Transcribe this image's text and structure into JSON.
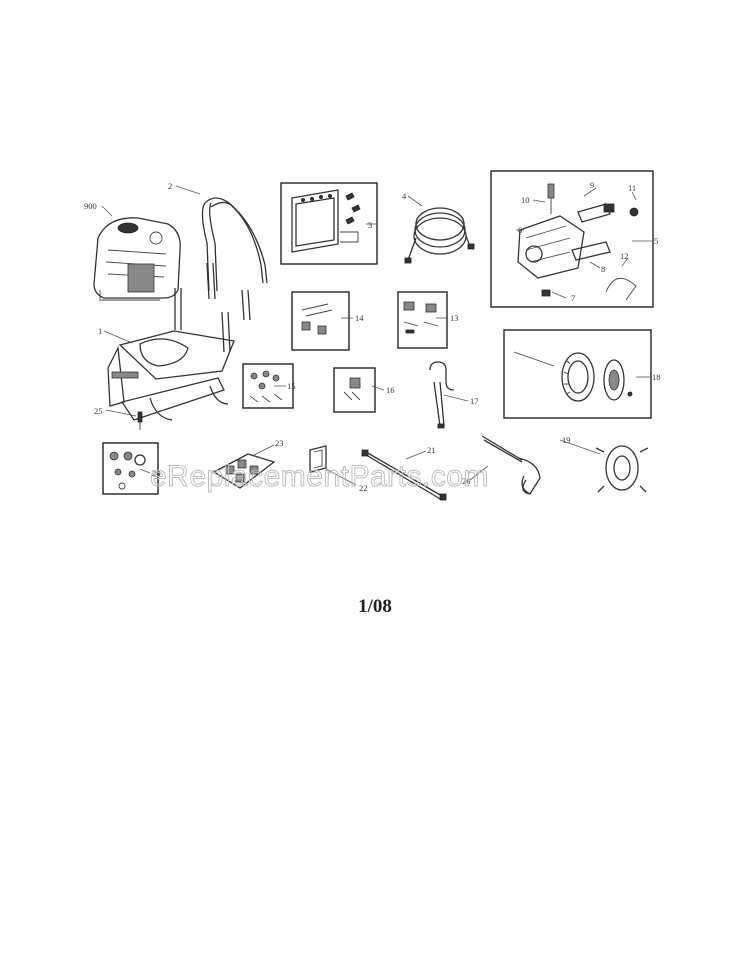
{
  "labels": {
    "p1": "1",
    "p2": "2",
    "p3": "3",
    "p4": "4",
    "p5": "5",
    "p6": "6",
    "p7": "7",
    "p8": "8",
    "p9": "9",
    "p10": "10",
    "p11": "11",
    "p12": "12",
    "p13": "13",
    "p14": "14",
    "p15": "15",
    "p16": "16",
    "p17": "17",
    "p18": "18",
    "p19": "19",
    "p21": "21",
    "p22": "22",
    "p23": "23",
    "p24": "24",
    "p25": "25",
    "p26": "26",
    "p900": "900"
  },
  "watermark": "eReplacementParts.com",
  "date": "1/08"
}
